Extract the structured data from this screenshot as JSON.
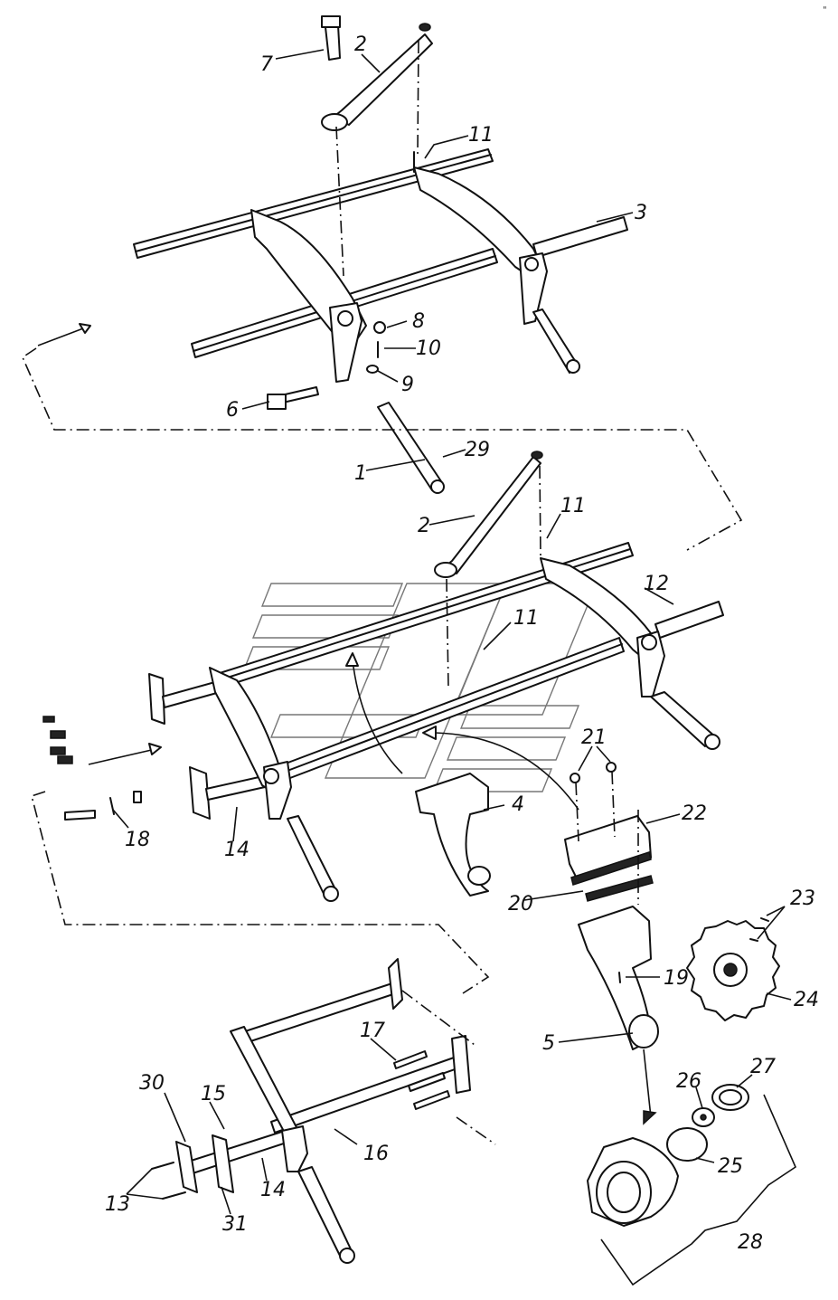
{
  "callouts": [
    {
      "id": "7",
      "text": "7"
    },
    {
      "id": "2a",
      "text": "2"
    },
    {
      "id": "11a",
      "text": "11"
    },
    {
      "id": "3",
      "text": "3"
    },
    {
      "id": "8",
      "text": "8"
    },
    {
      "id": "10",
      "text": "10"
    },
    {
      "id": "9",
      "text": "9"
    },
    {
      "id": "6",
      "text": "6"
    },
    {
      "id": "29",
      "text": "29"
    },
    {
      "id": "1",
      "text": "1"
    },
    {
      "id": "11b",
      "text": "11"
    },
    {
      "id": "2b",
      "text": "2"
    },
    {
      "id": "12",
      "text": "12"
    },
    {
      "id": "11c",
      "text": "11"
    },
    {
      "id": "21",
      "text": "21"
    },
    {
      "id": "22",
      "text": "22"
    },
    {
      "id": "4",
      "text": "4"
    },
    {
      "id": "18",
      "text": "18"
    },
    {
      "id": "14a",
      "text": "14"
    },
    {
      "id": "20",
      "text": "20"
    },
    {
      "id": "23",
      "text": "23"
    },
    {
      "id": "19",
      "text": "19"
    },
    {
      "id": "24",
      "text": "24"
    },
    {
      "id": "5",
      "text": "5"
    },
    {
      "id": "17",
      "text": "17"
    },
    {
      "id": "27",
      "text": "27"
    },
    {
      "id": "26",
      "text": "26"
    },
    {
      "id": "30",
      "text": "30"
    },
    {
      "id": "15",
      "text": "15"
    },
    {
      "id": "16",
      "text": "16"
    },
    {
      "id": "25",
      "text": "25"
    },
    {
      "id": "13",
      "text": "13"
    },
    {
      "id": "31",
      "text": "31"
    },
    {
      "id": "14b",
      "text": "14"
    },
    {
      "id": "28",
      "text": "28"
    }
  ],
  "corner_mark": "\""
}
